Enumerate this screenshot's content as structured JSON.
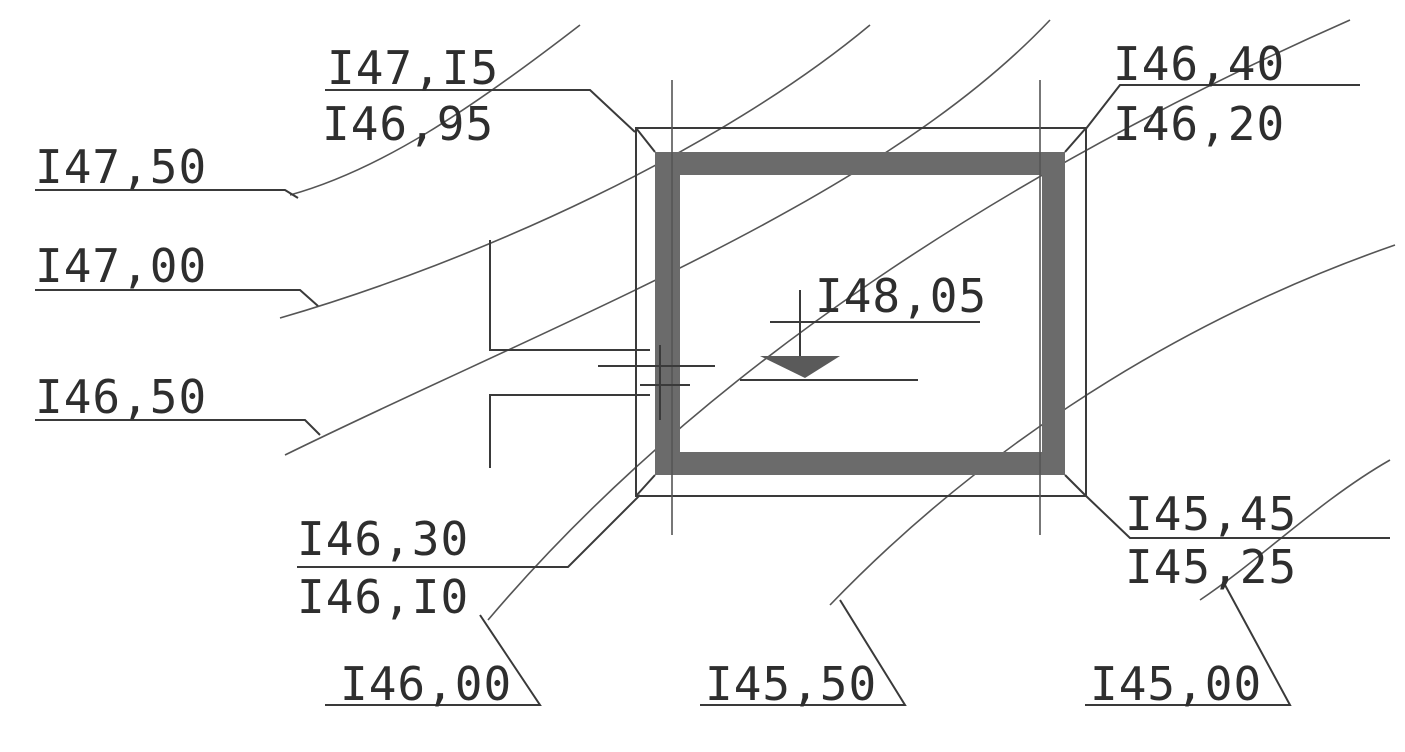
{
  "labels": {
    "top_left_upper": "I47,I5",
    "top_left_lower": "I46,95",
    "top_right_upper": "I46,40",
    "top_right_lower": "I46,20",
    "contour_1": "I47,50",
    "contour_2": "I47,00",
    "contour_3": "I46,50",
    "center": "I48,05",
    "bottom_left_upper": "I46,30",
    "bottom_left_lower": "I46,I0",
    "bottom_right_upper": "I45,45",
    "bottom_right_lower": "I45,25",
    "contour_bottom_1": "I46,00",
    "contour_bottom_2": "I45,50",
    "contour_bottom_3": "I45,00"
  },
  "colors": {
    "ink": "#2e2e2e",
    "wall_fill": "#6b6b6b"
  }
}
